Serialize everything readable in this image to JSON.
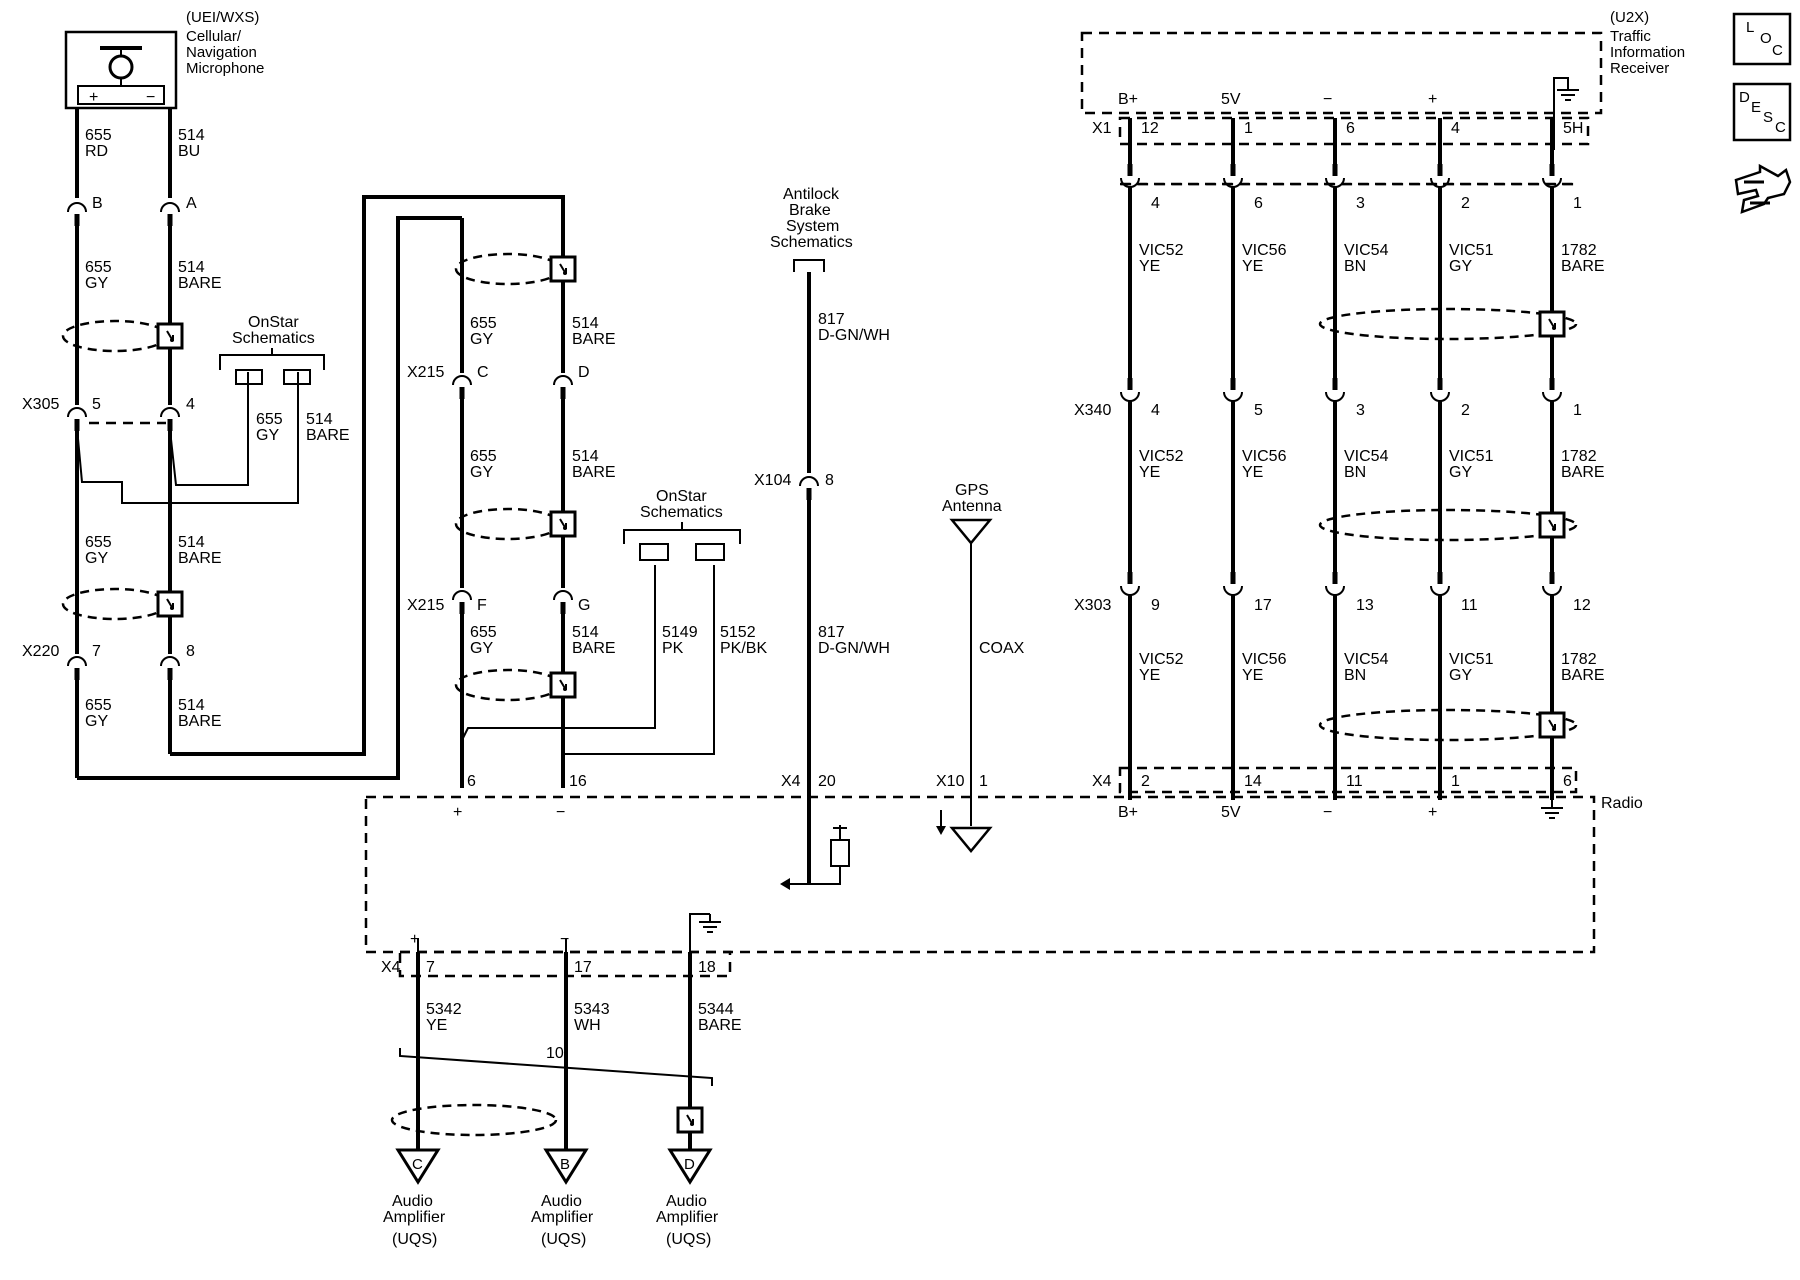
{
  "components": {
    "microphone": {
      "option": "(UEI/WXS)",
      "line1": "Cellular/",
      "line2": "Navigation",
      "line3": "Microphone"
    },
    "traffic_receiver": {
      "option": "(U2X)",
      "line1": "Traffic",
      "line2": "Information",
      "line3": "Receiver"
    },
    "radio": {
      "name": "Radio"
    },
    "abs": {
      "line1": "Antilock",
      "line2": "Brake",
      "line3": "System",
      "line4": "Schematics"
    },
    "gps": {
      "line1": "GPS",
      "line2": "Antenna"
    },
    "onstar_left": {
      "line1": "OnStar",
      "line2": "Schematics"
    },
    "onstar_mid": {
      "line1": "OnStar",
      "line2": "Schematics"
    },
    "amp_c": {
      "pin": "C",
      "line1": "Audio",
      "line2": "Amplifier",
      "line3": "(UQS)"
    },
    "amp_b": {
      "pin": "B",
      "line1": "Audio",
      "line2": "Amplifier",
      "line3": "(UQS)"
    },
    "amp_d": {
      "pin": "D",
      "line1": "Audio",
      "line2": "Amplifier",
      "line3": "(UQS)"
    }
  },
  "symbols": {
    "plus": "+",
    "minus": "−"
  },
  "connectors": {
    "x305": "X305",
    "x220": "X220",
    "x215a": "X215",
    "x215b": "X215",
    "x104": "X104",
    "x4_radio_left": "X4",
    "x10": "X10",
    "x4_radio_right": "X4",
    "x340": "X340",
    "x303": "X303",
    "x1": "X1",
    "x4_bottom": "X4"
  },
  "left_circuits": {
    "mic_plus": {
      "circuit": "655",
      "color": "RD"
    },
    "mic_minus": {
      "circuit": "514",
      "color": "BU"
    },
    "pin_b": "B",
    "pin_a": "A",
    "seg1_plus": {
      "circuit": "655",
      "color": "GY"
    },
    "seg1_minus": {
      "circuit": "514",
      "color": "BARE"
    },
    "x305_plus_pin": "5",
    "x305_minus_pin": "4",
    "onstar_plus": {
      "circuit": "655",
      "color": "GY"
    },
    "onstar_minus": {
      "circuit": "514",
      "color": "BARE"
    },
    "seg2_plus": {
      "circuit": "655",
      "color": "GY"
    },
    "seg2_minus": {
      "circuit": "514",
      "color": "BARE"
    },
    "x220_plus_pin": "7",
    "x220_minus_pin": "8",
    "seg3_plus": {
      "circuit": "655",
      "color": "GY"
    },
    "seg3_minus": {
      "circuit": "514",
      "color": "BARE"
    }
  },
  "mid_circuits": {
    "top_plus": {
      "circuit": "655",
      "color": "GY"
    },
    "top_minus": {
      "circuit": "514",
      "color": "BARE"
    },
    "x215_c": "C",
    "x215_d": "D",
    "mid_plus": {
      "circuit": "655",
      "color": "GY"
    },
    "mid_minus": {
      "circuit": "514",
      "color": "BARE"
    },
    "x215_f": "F",
    "x215_g": "G",
    "low_plus": {
      "circuit": "655",
      "color": "GY"
    },
    "low_minus": {
      "circuit": "514",
      "color": "BARE"
    },
    "onstar_a": {
      "circuit": "5149",
      "color": "PK"
    },
    "onstar_b": {
      "circuit": "5152",
      "color": "PK/BK"
    },
    "radio_pin_plus": "6",
    "radio_pin_minus": "16"
  },
  "abs_circuit": {
    "top": {
      "circuit": "817",
      "color": "D-GN/WH"
    },
    "x104_pin": "8",
    "bottom": {
      "circuit": "817",
      "color": "D-GN/WH"
    },
    "radio_pin": "20"
  },
  "gps_circuit": {
    "cable": "COAX",
    "radio_pin": "1"
  },
  "right_circuits": {
    "receiver_labels": [
      "B+",
      "5V",
      "−",
      "+",
      ""
    ],
    "receiver_pins": [
      "12",
      "1",
      "6",
      "4",
      "5H"
    ],
    "top_pins": [
      "4",
      "6",
      "3",
      "2",
      "1"
    ],
    "top_wires": [
      {
        "circuit": "VIC52",
        "color": "YE"
      },
      {
        "circuit": "VIC56",
        "color": "YE"
      },
      {
        "circuit": "VIC54",
        "color": "BN"
      },
      {
        "circuit": "VIC51",
        "color": "GY"
      },
      {
        "circuit": "1782",
        "color": "BARE"
      }
    ],
    "x340_pins": [
      "4",
      "5",
      "3",
      "2",
      "1"
    ],
    "mid_wires": [
      {
        "circuit": "VIC52",
        "color": "YE"
      },
      {
        "circuit": "VIC56",
        "color": "YE"
      },
      {
        "circuit": "VIC54",
        "color": "BN"
      },
      {
        "circuit": "VIC51",
        "color": "GY"
      },
      {
        "circuit": "1782",
        "color": "BARE"
      }
    ],
    "x303_pins": [
      "9",
      "17",
      "13",
      "11",
      "12"
    ],
    "low_wires": [
      {
        "circuit": "VIC52",
        "color": "YE"
      },
      {
        "circuit": "VIC56",
        "color": "YE"
      },
      {
        "circuit": "VIC54",
        "color": "BN"
      },
      {
        "circuit": "VIC51",
        "color": "GY"
      },
      {
        "circuit": "1782",
        "color": "BARE"
      }
    ],
    "radio_pins": [
      "2",
      "14",
      "11",
      "1",
      "6"
    ],
    "radio_labels": [
      "B+",
      "5V",
      "−",
      "+",
      ""
    ]
  },
  "bottom_circuits": {
    "pins": [
      "7",
      "17",
      "18"
    ],
    "wires": [
      {
        "circuit": "5342",
        "color": "YE"
      },
      {
        "circuit": "5343",
        "color": "WH"
      },
      {
        "circuit": "5344",
        "color": "BARE"
      }
    ],
    "twist_note": "10"
  },
  "side_icons": {
    "loc": {
      "a": "L",
      "b": "O",
      "c": "C"
    },
    "desc": {
      "a": "D",
      "b": "E",
      "c": "S",
      "d": "C"
    }
  }
}
